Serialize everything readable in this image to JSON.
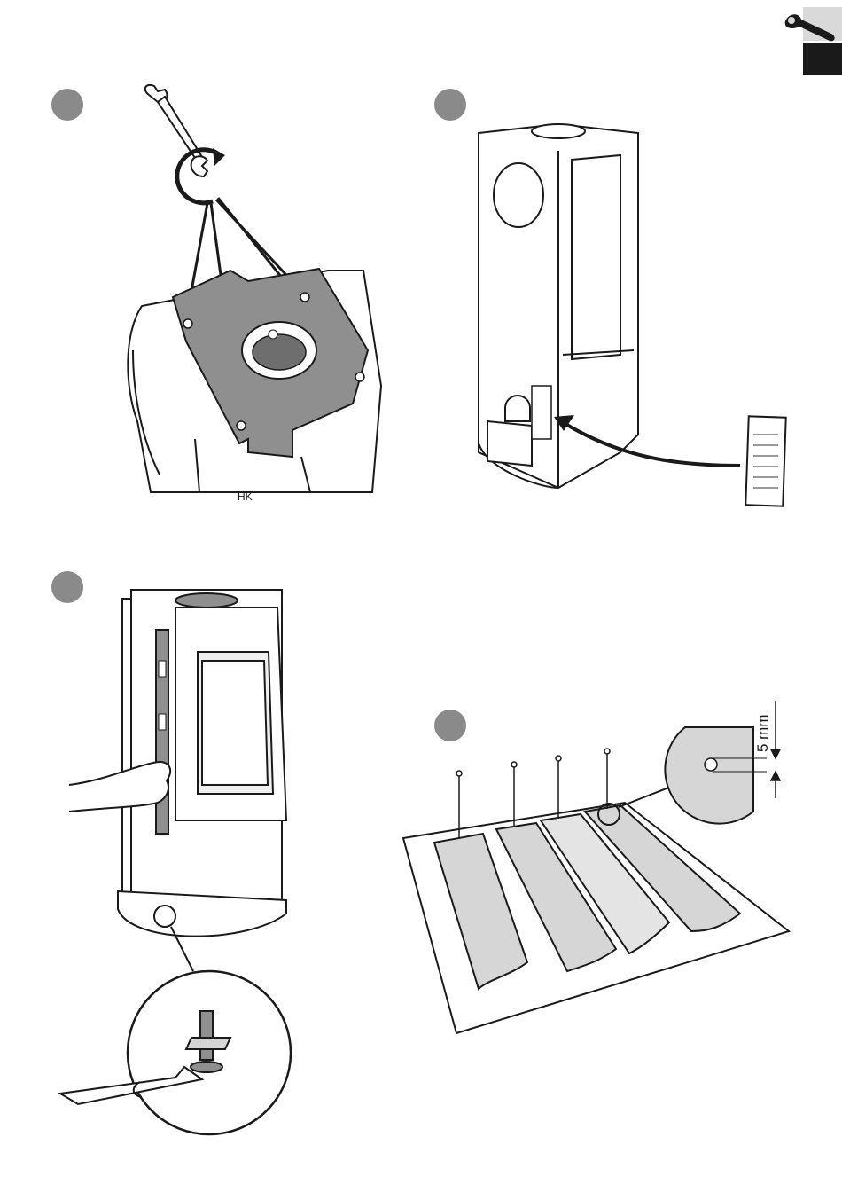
{
  "page": {
    "header_icon": "wrench-icon",
    "colors": {
      "badge": "#8a8a8a",
      "tab_light": "#d9d9d9",
      "tab_dark": "#1a1a1a",
      "panel_fill": "#d6d6d6"
    }
  },
  "steps": [
    {
      "id": "step-1",
      "icon": "wrench-icon"
    },
    {
      "id": "step-2",
      "icon": "rating-plate-icon"
    },
    {
      "id": "step-3",
      "icon": "spirit-level-icon"
    },
    {
      "id": "step-4",
      "icon": "screw-icon"
    }
  ],
  "annotations": {
    "signature": "HK",
    "gap_measurement": "5 mm"
  }
}
